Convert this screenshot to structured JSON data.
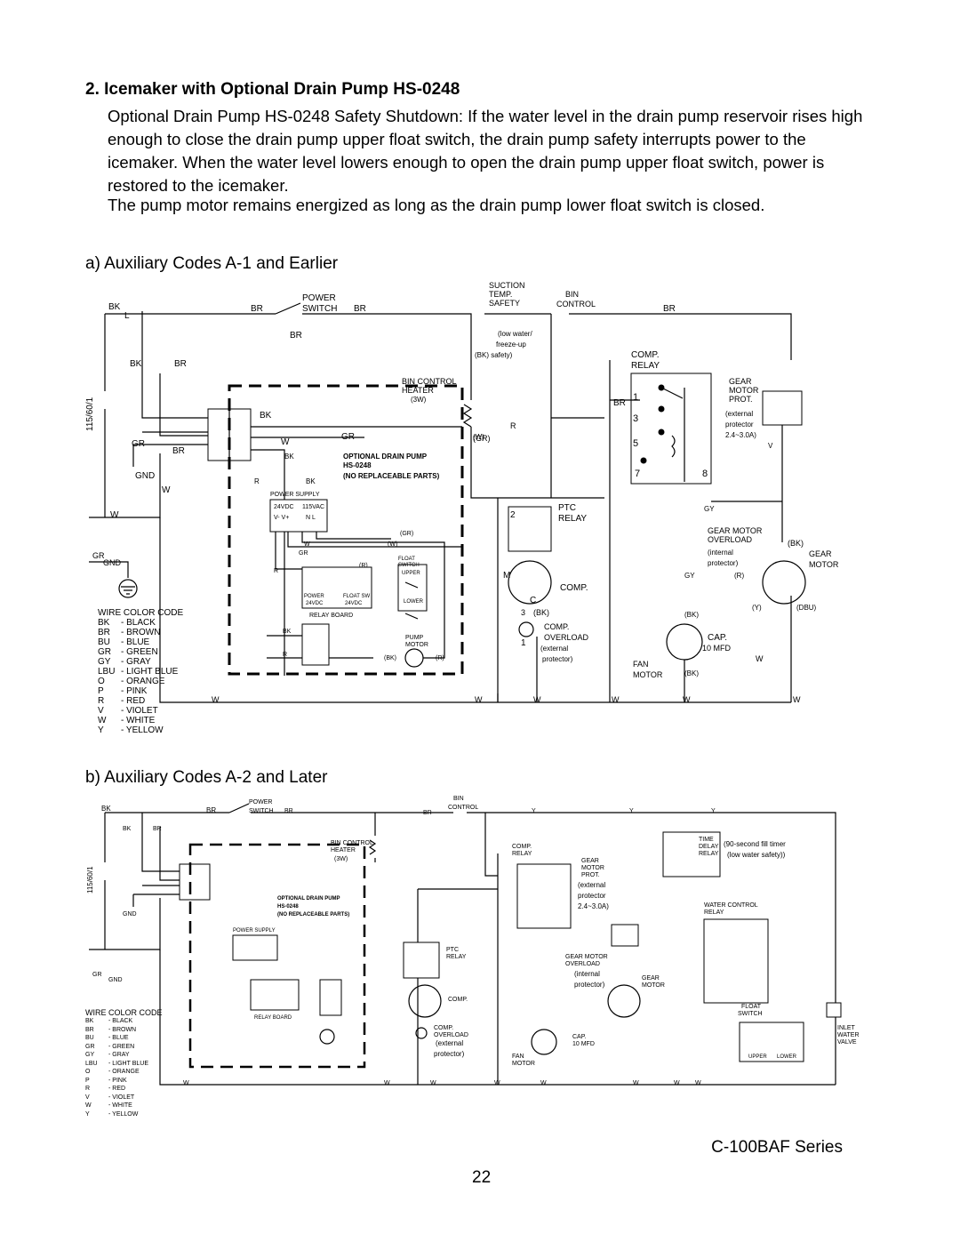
{
  "heading": "2. Icemaker with Optional Drain Pump HS-0248",
  "paragraph1": "Optional Drain Pump HS-0248 Safety Shutdown:    If the water level in the drain pump reservoir rises high enough to close the drain pump upper float switch, the drain pump safety interrupts power to the icemaker. When the water level lowers enough to open the drain pump upper float switch, power is restored to the icemaker.",
  "paragraph2": "The pump motor remains energized as long as the drain pump lower float switch is closed.",
  "diagram_a": {
    "title": "a) Auxiliary Codes A-1 and Earlier",
    "supply_label": "115/60/1",
    "labels": {
      "power": "POWER",
      "switch": "SWITCH",
      "suction_temp_safety": [
        "SUCTION",
        "TEMP.",
        "SAFETY"
      ],
      "bin_control": [
        "BIN",
        "CONTROL"
      ],
      "safety_note": [
        "(low water/",
        "freeze-up",
        "(BK) safety)"
      ],
      "comp_relay": [
        "COMP.",
        "RELAY"
      ],
      "bin_control_heater": [
        "BIN CONTROL",
        "HEATER",
        "(3W)"
      ],
      "gear_motor_prot": [
        "GEAR",
        "MOTOR",
        "PROT."
      ],
      "gear_prot_note": [
        "(external",
        "protector",
        "2.4~3.0A)"
      ],
      "optional_pump": [
        "OPTIONAL DRAIN PUMP",
        "HS-0248",
        "(NO REPLACEABLE PARTS)"
      ],
      "power_supply": [
        "POWER SUPPLY",
        "24VDC",
        "115VAC",
        "V- V+",
        "N  L"
      ],
      "ptc_relay": [
        "PTC",
        "RELAY"
      ],
      "gear_motor_overload": [
        "GEAR MOTOR",
        "OVERLOAD",
        "(internal",
        "protector)"
      ],
      "gear_motor": [
        "GEAR",
        "MOTOR"
      ],
      "float_switch": [
        "FLOAT",
        "SWITCH",
        "UPPER",
        "LOWER"
      ],
      "relay_board": [
        "POWER",
        "24VDC",
        "FLOAT SW",
        "24VDC",
        "RELAY  BOARD"
      ],
      "comp": "COMP.",
      "comp_overload": [
        "COMP.",
        "OVERLOAD",
        "(external",
        "protector)"
      ],
      "pump_motor": [
        "PUMP",
        "MOTOR"
      ],
      "cap": [
        "CAP.",
        "10  MFD"
      ],
      "fan_motor": [
        "FAN",
        "MOTOR"
      ],
      "gnd": "GND",
      "wire_codes": [
        "BK",
        "BR",
        "GR",
        "GY",
        "W",
        "R",
        "V",
        "Y",
        "(BK)",
        "(GR)",
        "(W)",
        "(R)",
        "(DBU)",
        "(Y)"
      ]
    }
  },
  "diagram_b": {
    "title": "b) Auxiliary Codes A-2 and Later",
    "supply_label": "115/60/1",
    "labels": {
      "timer": [
        "TIME",
        "DELAY",
        "RELAY"
      ],
      "timer_note": [
        "(90-second fill timer",
        "(low water safety))"
      ],
      "water_control_relay": [
        "WATER CONTROL",
        "RELAY"
      ],
      "float_switch": [
        "FLOAT",
        "SWITCH",
        "UPPER",
        "LOWER"
      ],
      "inlet_water_valve": [
        "INLET",
        "WATER",
        "VALVE"
      ]
    }
  },
  "wire_color_code": {
    "title": "WIRE COLOR CODE",
    "entries": [
      {
        "code": "BK",
        "name": "BLACK"
      },
      {
        "code": "BR",
        "name": "BROWN"
      },
      {
        "code": "BU",
        "name": "BLUE"
      },
      {
        "code": "GR",
        "name": "GREEN"
      },
      {
        "code": "GY",
        "name": "GRAY"
      },
      {
        "code": "LBU",
        "name": "LIGHT BLUE"
      },
      {
        "code": "O",
        "name": "ORANGE"
      },
      {
        "code": "P",
        "name": "PINK"
      },
      {
        "code": "R",
        "name": "RED"
      },
      {
        "code": "V",
        "name": "VIOLET"
      },
      {
        "code": "W",
        "name": "WHITE"
      },
      {
        "code": "Y",
        "name": "YELLOW"
      }
    ]
  },
  "series": "C-100BAF Series",
  "page_number": "22"
}
